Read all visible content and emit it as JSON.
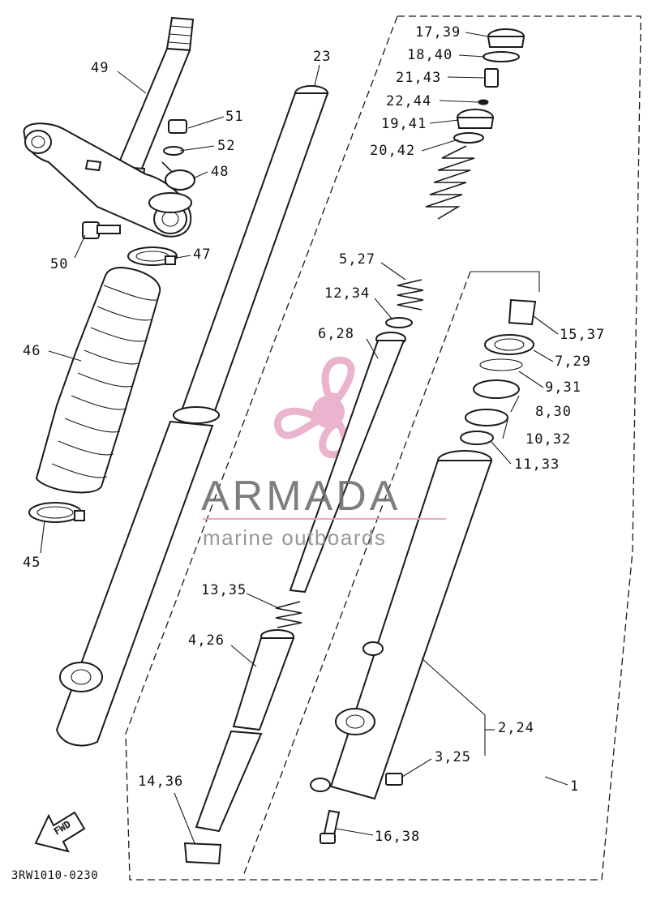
{
  "diagram": {
    "part_labels": [
      {
        "id": "49",
        "text": "49"
      },
      {
        "id": "51",
        "text": "51"
      },
      {
        "id": "52",
        "text": "52"
      },
      {
        "id": "48",
        "text": "48"
      },
      {
        "id": "50",
        "text": "50"
      },
      {
        "id": "47",
        "text": "47"
      },
      {
        "id": "46",
        "text": "46"
      },
      {
        "id": "45",
        "text": "45"
      },
      {
        "id": "23",
        "text": "23"
      },
      {
        "id": "17_39",
        "text": "17,39"
      },
      {
        "id": "18_40",
        "text": "18,40"
      },
      {
        "id": "21_43",
        "text": "21,43"
      },
      {
        "id": "22_44",
        "text": "22,44"
      },
      {
        "id": "19_41",
        "text": "19,41"
      },
      {
        "id": "20_42",
        "text": "20,42"
      },
      {
        "id": "5_27",
        "text": "5,27"
      },
      {
        "id": "12_34",
        "text": "12,34"
      },
      {
        "id": "6_28",
        "text": "6,28"
      },
      {
        "id": "15_37",
        "text": "15,37"
      },
      {
        "id": "7_29",
        "text": "7,29"
      },
      {
        "id": "9_31",
        "text": "9,31"
      },
      {
        "id": "8_30",
        "text": "8,30"
      },
      {
        "id": "10_32",
        "text": "10,32"
      },
      {
        "id": "11_33",
        "text": "11,33"
      },
      {
        "id": "13_35",
        "text": "13,35"
      },
      {
        "id": "4_26",
        "text": "4,26"
      },
      {
        "id": "2_24",
        "text": "2,24"
      },
      {
        "id": "3_25",
        "text": "3,25"
      },
      {
        "id": "1",
        "text": "1"
      },
      {
        "id": "14_36",
        "text": "14,36"
      },
      {
        "id": "16_38",
        "text": "16,38"
      }
    ],
    "drawing_code": "3RW1010-0230",
    "direction_marker": "FWD"
  },
  "watermark": {
    "brand": "ARMADA",
    "tagline": "marine outboards",
    "logo_color": "#e7a7c6",
    "text_color": "#6d6d6d"
  }
}
